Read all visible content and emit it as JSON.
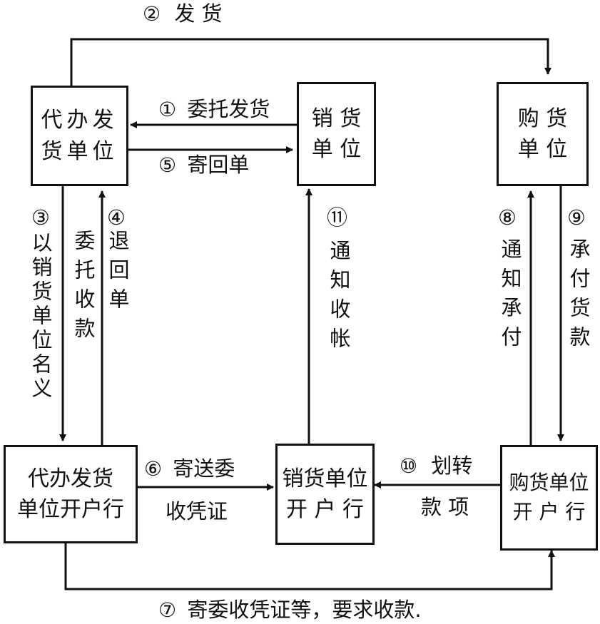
{
  "boxes": {
    "agent_unit": "代办发\n货单位",
    "seller_unit": "销 货\n单 位",
    "buyer_unit": "购 货\n单 位",
    "agent_bank": "代办发货\n单位开户行",
    "seller_bank": "销货单位\n开 户 行",
    "buyer_bank": "购货单位\n开 户 行"
  },
  "steps": {
    "s1": {
      "num": "①",
      "text": "委托发货"
    },
    "s2": {
      "num": "②",
      "text": "发 货"
    },
    "s3": {
      "num": "③",
      "text": "以销货单位名义"
    },
    "s3b": {
      "text": "委托收款"
    },
    "s4": {
      "num": "④",
      "text": "退回单"
    },
    "s5": {
      "num": "⑤",
      "text": "寄回单"
    },
    "s6": {
      "num": "⑥",
      "text": "寄送委",
      "text2": "收凭证"
    },
    "s7": {
      "num": "⑦",
      "text": "寄委收凭证等，要求收款."
    },
    "s8": {
      "num": "⑧",
      "text": "通知承付"
    },
    "s9": {
      "num": "⑨",
      "text": "承付货款"
    },
    "s10": {
      "num": "⑩",
      "text": "划转",
      "text2": "款 项"
    },
    "s11": {
      "num": "⑪",
      "text": "通知收帐"
    }
  },
  "colors": {
    "ink": "#111111",
    "paper": "#ffffff"
  }
}
